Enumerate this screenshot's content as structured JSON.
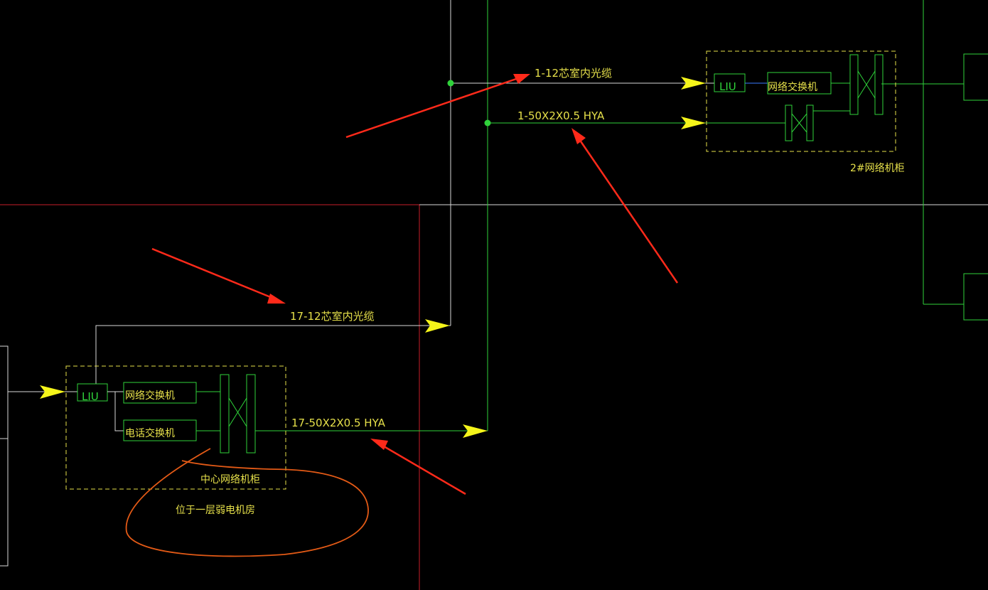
{
  "colors": {
    "background": "#000000",
    "white_line": "#d8d8d8",
    "green_line": "#2fd23a",
    "yellow": "#e6e04a",
    "red_border": "#c81e2a",
    "red_arrow": "#ff2a1a",
    "orange_mark": "#e35a16"
  },
  "upper_cabinet": {
    "cable_fiber_label": "1-12芯室内光缆",
    "cable_copper_label": "1-50X2X0.5  HYA",
    "liu_label": "LIU",
    "switch_label": "网络交换机",
    "cabinet_label": "2#网络机柜"
  },
  "lower_cabinet": {
    "cable_fiber_label": "17-12芯室内光缆",
    "cable_copper_label": "17-50X2X0.5  HYA",
    "liu_label": "LIU",
    "network_switch_label": "网络交换机",
    "phone_switch_label": "电话交换机",
    "cabinet_label": "中心网络机柜",
    "location_note": "位于一层弱电机房"
  }
}
